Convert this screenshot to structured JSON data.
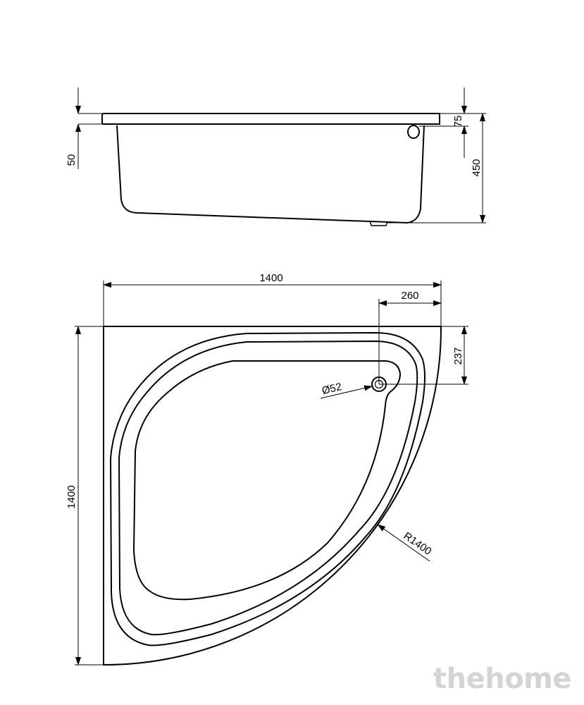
{
  "side_view": {
    "dim_rim_thickness": "50",
    "dim_overflow": "75",
    "dim_height": "450"
  },
  "top_view": {
    "dim_width": "1400",
    "dim_drain_offset_x": "260",
    "dim_drain_offset_y": "237",
    "dim_depth": "1400",
    "dim_drain_diameter": "Ø52",
    "dim_radius": "R1400"
  },
  "watermark": "thehome"
}
